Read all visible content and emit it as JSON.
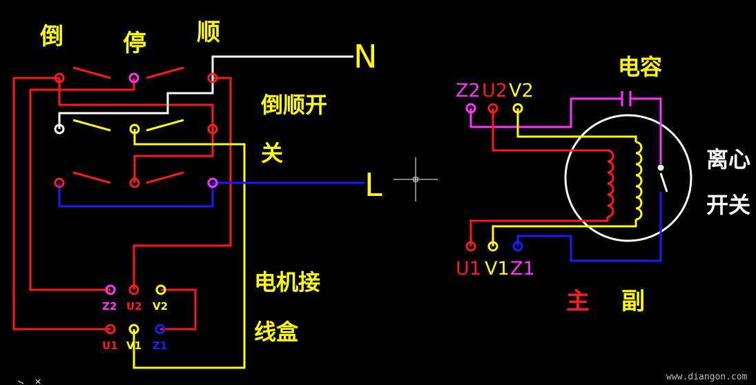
{
  "colors": {
    "background": "#000000",
    "red": "#ff1a1a",
    "yellow": "#ffff00",
    "white": "#ffffff",
    "blue": "#1a1aff",
    "magenta": "#ff33ff",
    "cursor": "#ffffff",
    "watermark": "#bbbbbb"
  },
  "switch_labels": {
    "reverse": "倒",
    "stop": "停",
    "forward": "顺"
  },
  "neutral_label": "N",
  "live_label": "L",
  "switch_title": {
    "line1": "倒顺开",
    "line2": "关"
  },
  "junction_box": {
    "title_line1": "电机接",
    "title_line2": "线盒",
    "top_terminals": [
      "Z2",
      "U2",
      "V2"
    ],
    "bottom_terminals": [
      "U1",
      "V1",
      "Z1"
    ]
  },
  "motor": {
    "top_terminals": [
      "Z2",
      "U2",
      "V2"
    ],
    "bottom_terminals": [
      "U1",
      "V1",
      "Z1"
    ],
    "capacitor_label": "电容",
    "centrifugal_label_line1": "离心",
    "centrifugal_label_line2": "开关",
    "main_winding_label": "主",
    "aux_winding_label": "副"
  },
  "watermark": "www.diangon.com"
}
